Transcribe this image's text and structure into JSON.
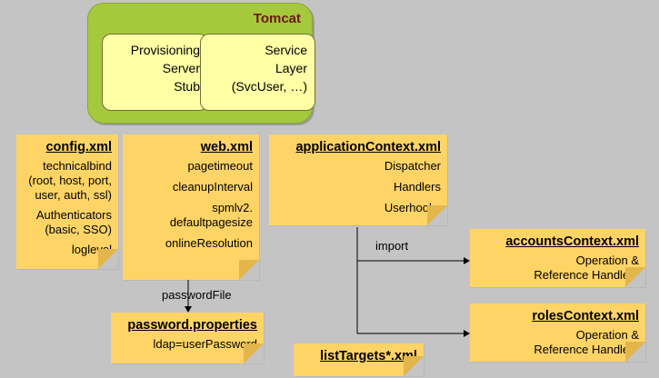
{
  "tomcat": {
    "title": "Tomcat",
    "left_box": [
      "Provisioning",
      "Server",
      "Stub"
    ],
    "right_box": [
      "Service",
      "Layer",
      "(SvcUser, …)"
    ]
  },
  "config": {
    "title": "config.xml",
    "items": [
      "technicalbind",
      "(root, host, port,",
      "user, auth, ssl)",
      "Authenticators",
      "(basic, SSO)",
      "loglevel"
    ]
  },
  "web": {
    "title": "web.xml",
    "items": [
      "pagetimeout",
      "cleanupInterval",
      "spmlv2.",
      "defaultpagesize",
      "onlineResolution"
    ]
  },
  "password": {
    "title": "password.properties",
    "items": [
      "ldap=userPassword"
    ]
  },
  "application": {
    "title": "applicationContext.xml",
    "items": [
      "Dispatcher",
      "Handlers",
      "Userhooks"
    ]
  },
  "accounts": {
    "title": "accountsContext.xml",
    "items": [
      "Operation &",
      "Reference Handlers"
    ]
  },
  "roles": {
    "title": "rolesContext.xml",
    "items": [
      "Operation &",
      "Reference Handlers"
    ]
  },
  "listtargets": {
    "title": "listTargets*.xml"
  },
  "labels": {
    "password_file": "passwordFile",
    "import": "import"
  }
}
